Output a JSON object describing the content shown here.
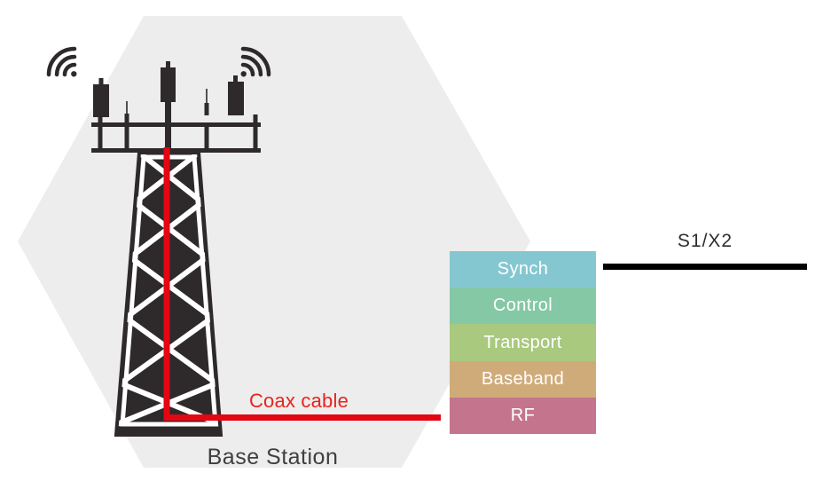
{
  "scene": {
    "base_station_label": "Base Station",
    "coax_label": "Coax cable",
    "s1x2_label": "S1/X2",
    "colors": {
      "hexagon": "#ededed",
      "tower": "#2e2a2b",
      "lattice_white": "#ffffff",
      "cable_red": "#e30613",
      "coax_text_red": "#e8231e",
      "interface_line_black": "#000000",
      "base_station_text": "#3f3f3f",
      "s1x2_text": "#2d2d2d"
    }
  },
  "stack": {
    "text_color": "#ffffff",
    "layers": [
      {
        "label": "Synch",
        "color": "#85c7d1"
      },
      {
        "label": "Control",
        "color": "#85c8a5"
      },
      {
        "label": "Transport",
        "color": "#a9c97e"
      },
      {
        "label": "Baseband",
        "color": "#d0ab7a"
      },
      {
        "label": "RF",
        "color": "#c4758d"
      }
    ]
  }
}
